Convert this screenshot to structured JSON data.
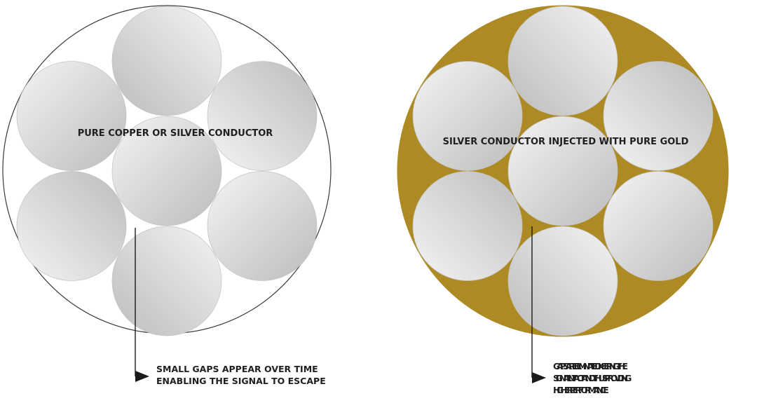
{
  "diagrams": [
    {
      "id": "standard",
      "center_label": "PURE COPPER OR SILVER CONDUCTOR",
      "annotation_lines": [
        "SMALL GAPS APPEAR OVER TIME",
        "ENABLING THE SIGNAL TO ESCAPE"
      ],
      "fill_color": "#ffffff",
      "outline_color": "#3a3a3a"
    },
    {
      "id": "gold-injected",
      "center_label": "SILVER CONDUCTOR INJECTED WITH PURE GOLD",
      "annotation_lines": [
        "GAPS ARE ELIMINATED KEEPING THE",
        "SIGNAL INTACT AND THUS PROVIDING",
        "HIGHER PERFORMANCE"
      ],
      "fill_color": "#ad8a24",
      "outline_color": "#ad8a24"
    }
  ],
  "strand_colors": {
    "light": "#f4f4f4",
    "dark": "#bcbcbc",
    "edge": "#c4c4c4"
  },
  "pointer_color": "#1a1a1a"
}
